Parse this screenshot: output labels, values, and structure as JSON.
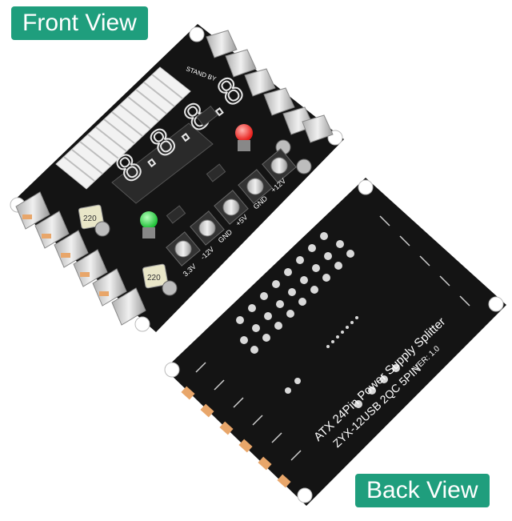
{
  "labels": {
    "front": "Front View",
    "back": "Back View"
  },
  "front_board": {
    "display_digits": "8.8.8.8.",
    "stand_by_text": "STAND BY",
    "rail_labels": [
      "3.3V",
      "-12V",
      "GND",
      "+5V",
      "GND",
      "+12V"
    ],
    "inductor_labels": [
      "220",
      "220"
    ],
    "led_colors": {
      "green": "#22c23a",
      "red": "#e8201c"
    }
  },
  "back_board": {
    "silk_line1": "ATX 24Pin Power Supply Splitter",
    "silk_line2": "ZYX-12USB 2QC 5PIN",
    "version": "VER: 1.0"
  },
  "colors": {
    "pcb": "#141414",
    "badge": "#1f9e7d",
    "usb_orange": "#e8a66a"
  }
}
